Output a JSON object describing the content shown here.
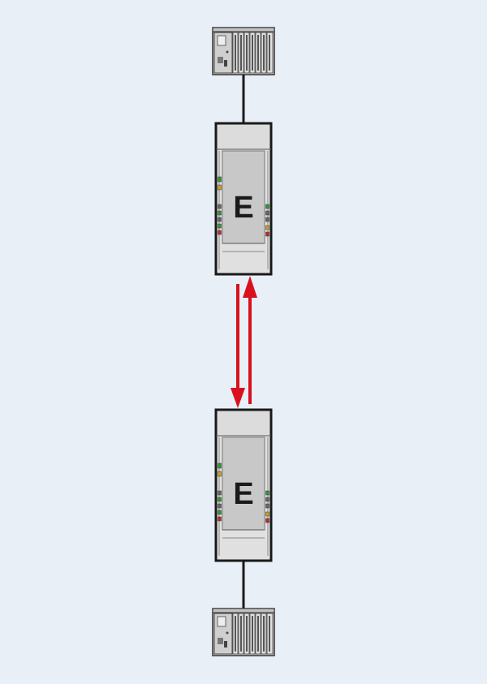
{
  "diagram": {
    "top_extender": {
      "letter": "E"
    },
    "bottom_extender": {
      "letter": "E"
    },
    "top_controller": {
      "icon": "plc-controller-icon"
    },
    "bottom_controller": {
      "icon": "plc-controller-icon"
    },
    "link": {
      "type": "bidirectional",
      "color": "#d9101e"
    }
  },
  "colors": {
    "background": "#e8eff7",
    "device_light": "#dcdcdc",
    "device_mid": "#c8c8c8",
    "outline": "#1a1a1a",
    "link": "#d9101e"
  }
}
